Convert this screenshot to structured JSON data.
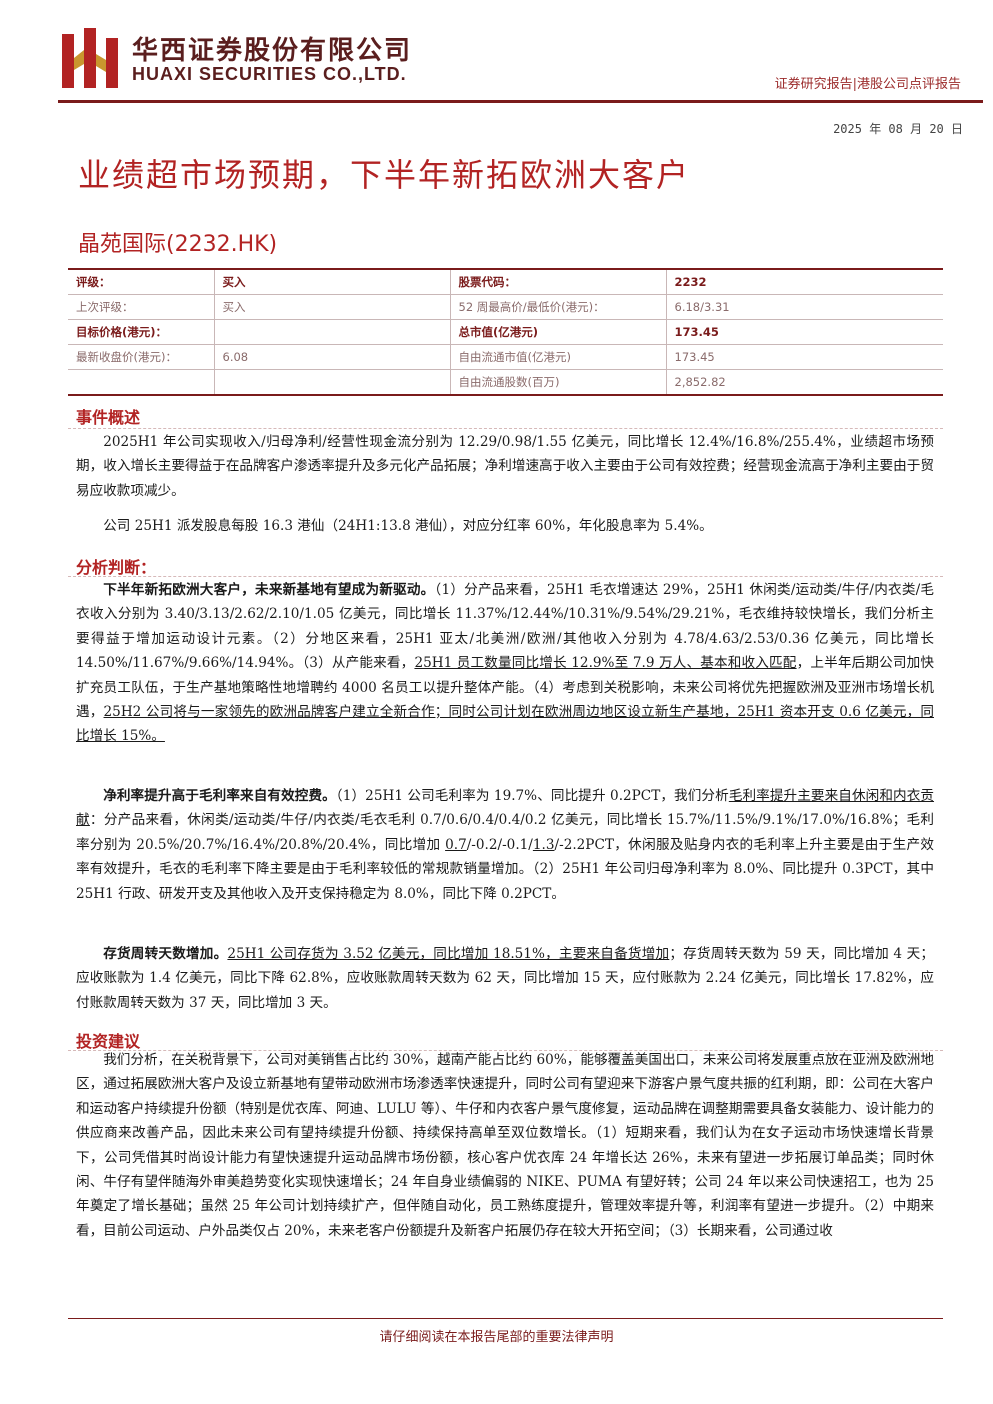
{
  "header": {
    "brand_cn": "华西证券股份有限公司",
    "brand_en": "HUAXI SECURITIES CO.,LTD.",
    "report_type": "证券研究报告|港股公司点评报告",
    "date": "2025 年 08 月 20 日"
  },
  "title": "业绩超市场预期，下半年新拓欧洲大客户",
  "company": "晶苑国际(2232.HK)",
  "info_table": {
    "rows": [
      [
        "评级：",
        "买入",
        "股票代码：",
        "2232"
      ],
      [
        "上次评级：",
        "买入",
        "52 周最高价/最低价(港元)：",
        "6.18/3.31"
      ],
      [
        "目标价格(港元)：",
        "",
        "总市值(亿港元)",
        "173.45"
      ],
      [
        "最新收盘价(港元)：",
        "6.08",
        "自由流通市值(亿港元)",
        "173.45"
      ],
      [
        "",
        "",
        "自由流通股数(百万)",
        "2,852.82"
      ]
    ]
  },
  "sections": {
    "event": "事件概述",
    "analysis": "分析判断：",
    "invest": "投资建议"
  },
  "paragraphs": {
    "event_p1": "2025H1 年公司实现收入/归母净利/经营性现金流分别为 12.29/0.98/1.55 亿美元，同比增长 12.4%/16.8%/255.4%，业绩超市场预期，收入增长主要得益于在品牌客户渗透率提升及多元化产品拓展；净利增速高于收入主要由于公司有效控费；经营现金流高于净利主要由于贸易应收款项减少。",
    "event_p2": "公司 25H1 派发股息每股 16.3 港仙（24H1:13.8 港仙），对应分红率 60%，年化股息率为 5.4%。",
    "a1_lead": "下半年新拓欧洲大客户，未来新基地有望成为新驱动。",
    "a1_t1": "（1）分产品来看，25H1 毛衣增速达 29%，25H1 休闲类/运动类/牛仔/内衣类/毛衣收入分别为 3.40/3.13/2.62/2.10/1.05 亿美元，同比增长 11.37%/12.44%/10.31%/9.54%/29.21%，毛衣维持较快增长，我们分析主要得益于增加运动设计元素。（2）分地区来看，25H1 亚太/北美洲/欧洲/其他收入分别为 4.78/4.63/2.53/0.36 亿美元，同比增长 14.50%/11.67%/9.66%/14.94%。（3）从产能来看，",
    "a1_u1": "25H1 员工数量同比增长 12.9%至 7.9 万人、基本和收入匹配",
    "a1_t2": "，上半年后期公司加快扩充员工队伍，于生产基地策略性地增聘约 4000 名员工以提升整体产能。（4）考虑到关税影响，未来公司将优先把握欧洲及亚洲市场增长机遇，",
    "a1_u2": "25H2 公司将与一家领先的欧洲品牌客户建立全新合作；同时公司计划在欧洲周边地区设立新生产基地，25H1 资本开支 0.6 亿美元，同比增长 15%。",
    "a2_lead": "净利率提升高于毛利率来自有效控费。",
    "a2_t1": "（1）25H1 公司毛利率为 19.7%、同比提升 0.2PCT，我们分析",
    "a2_u1": "毛利率提升主要来自休闲和内衣贡献",
    "a2_t2": "：分产品来看，休闲类/运动类/牛仔/内衣类/毛衣毛利 0.7/0.6/0.4/0.4/0.2 亿美元，同比增长 15.7%/11.5%/9.1%/17.0%/16.8%；毛利率分别为 20.5%/20.7%/16.4%/20.8%/20.4%，同比增加 ",
    "a2_u2": "0.7",
    "a2_t3": "/-0.2/-0.1/",
    "a2_u3": "1.3",
    "a2_t4": "/-2.2PCT，休闲服及贴身内衣的毛利率上升主要是由于生产效率有效提升，毛衣的毛利率下降主要是由于毛利率较低的常规款销量增加。（2）25H1 年公司归母净利率为 8.0%、同比提升 0.3PCT，其中 25H1 行政、研发开支及其他收入及开支保持稳定为 8.0%，同比下降 0.2PCT。",
    "a3_lead": "存货周转天数增加。",
    "a3_u1": "25H1 公司存货为 3.52 亿美元，同比增加 18.51%，主要来自备货增加",
    "a3_t1": "；存货周转天数为 59 天，同比增加 4 天；应收账款为 1.4 亿美元，同比下降 62.8%，应收账款周转天数为 62 天，同比增加 15 天，应付账款为 2.24 亿美元，同比增长 17.82%，应付账款周转天数为 37 天，同比增加 3 天。",
    "invest_p1": "我们分析，在关税背景下，公司对美销售占比约 30%，越南产能占比约 60%，能够覆盖美国出口，未来公司将发展重点放在亚洲及欧洲地区，通过拓展欧洲大客户及设立新基地有望带动欧洲市场渗透率快速提升，同时公司有望迎来下游客户景气度共振的红利期，即：公司在大客户和运动客户持续提升份额（特别是优衣库、阿迪、LULU 等）、牛仔和内衣客户景气度修复，运动品牌在调整期需要具备女装能力、设计能力的供应商来改善产品，因此未来公司有望持续提升份额、持续保持高单至双位数增长。（1）短期来看，我们认为在女子运动市场快速增长背景下，公司凭借其时尚设计能力有望快速提升运动品牌市场份额，核心客户优衣库 24 年增长达 26%，未来有望进一步拓展订单品类；同时休闲、牛仔有望伴随海外审美趋势变化实现快速增长；24 年自身业绩偏弱的 NIKE、PUMA 有望好转；公司 24 年以来公司快速招工，也为 25 年奠定了增长基础；虽然 25 年公司计划持续扩产，但伴随自动化，员工熟练度提升，管理效率提升等，利润率有望进一步提升。（2）中期来看，目前公司运动、户外品类仅占 20%，未来老客户份额提升及新客户拓展仍存在较大开拓空间；（3）长期来看，公司通过收"
  },
  "footer": "请仔细阅读在本报告尾部的重要法律声明",
  "colors": {
    "brand": "#7a1b1b",
    "title": "#b22323"
  }
}
